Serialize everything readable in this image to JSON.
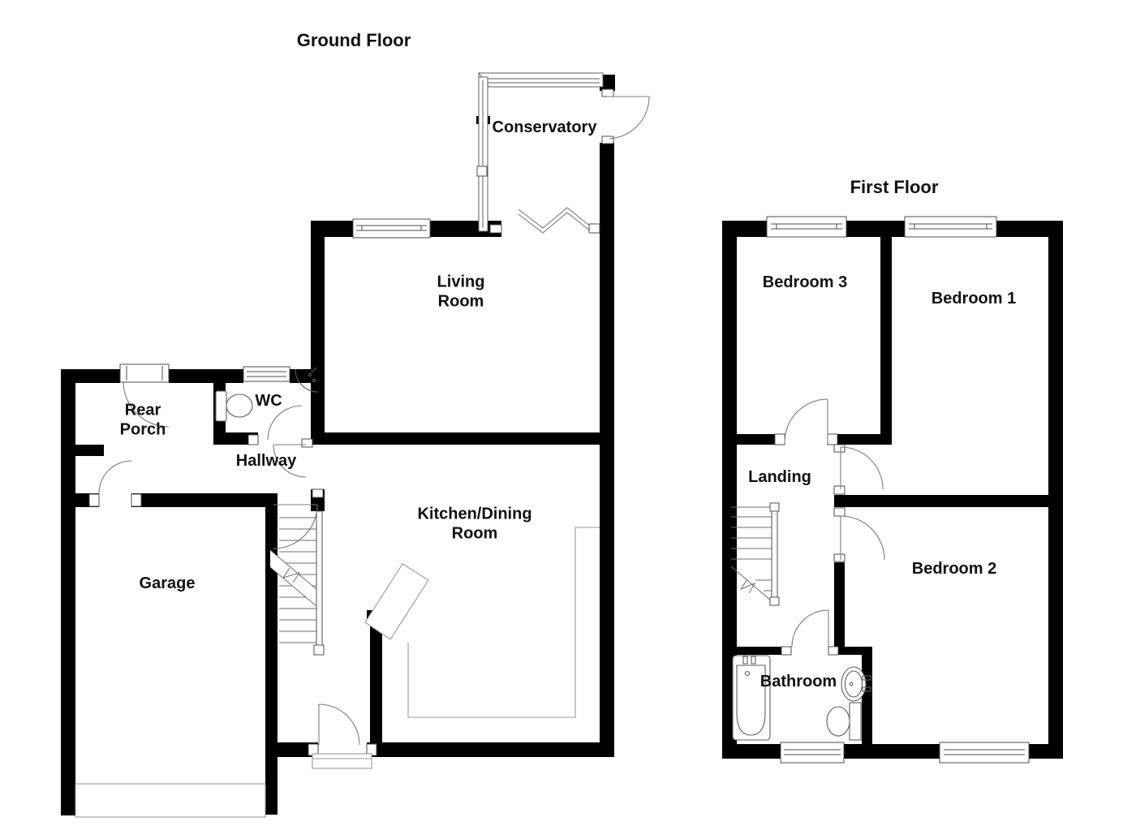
{
  "ground_floor": {
    "title": "Ground Floor",
    "rooms": [
      {
        "name": "conservatory",
        "label": "Conservatory"
      },
      {
        "name": "living-room",
        "label": "Living\nRoom"
      },
      {
        "name": "wc",
        "label": "WC"
      },
      {
        "name": "rear-porch",
        "label": "Rear\nPorch"
      },
      {
        "name": "hallway",
        "label": "Hallway"
      },
      {
        "name": "kitchen-dining-room",
        "label": "Kitchen/Dining\nRoom"
      },
      {
        "name": "garage",
        "label": "Garage"
      }
    ]
  },
  "first_floor": {
    "title": "First Floor",
    "rooms": [
      {
        "name": "bedroom-3",
        "label": "Bedroom 3"
      },
      {
        "name": "bedroom-1",
        "label": "Bedroom 1"
      },
      {
        "name": "landing",
        "label": "Landing"
      },
      {
        "name": "bedroom-2",
        "label": "Bedroom 2"
      },
      {
        "name": "bathroom",
        "label": "Bathroom"
      }
    ]
  },
  "colors": {
    "wall": "#000000",
    "background": "#ffffff",
    "text": "#111111",
    "thin_line": "#6f6f6f"
  }
}
